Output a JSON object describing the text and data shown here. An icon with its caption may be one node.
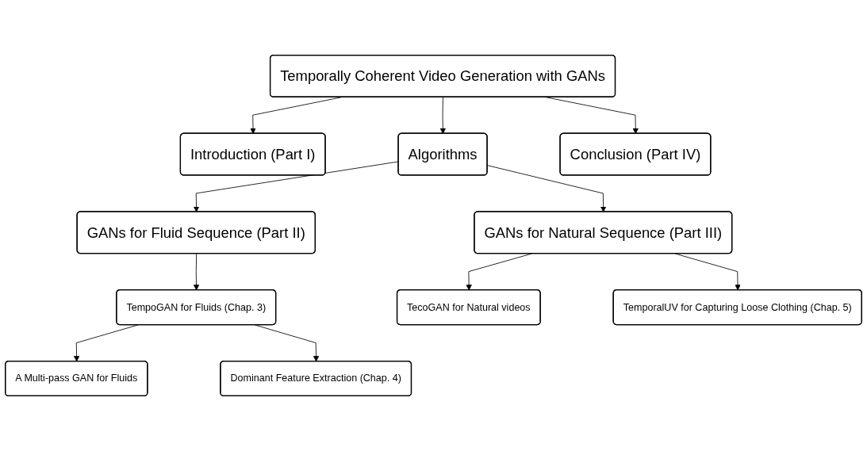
{
  "diagram": {
    "nodes": [
      {
        "text": [
          "Temporally Coherent Video Generation with GANs"
        ]
      },
      {
        "text": [
          "Introduction (Part I)"
        ]
      },
      {
        "text": [
          "Algorithms"
        ]
      },
      {
        "text": [
          "Conclusion (Part IV)"
        ]
      },
      {
        "text": [
          "GANs for Fluid Sequence (Part II)"
        ]
      },
      {
        "text": [
          "GANs for Natural Sequence (Part III)"
        ]
      },
      {
        "text": [
          "TempoGAN for Fluids (Chap. 3)"
        ]
      },
      {
        "text": [
          "TecoGAN for Natural videos"
        ]
      },
      {
        "text": [
          "TemporalUV for Capturing Loose Clothing (Chap. 5)"
        ]
      },
      {
        "text": [
          "A Multi-pass GAN for Fluids"
        ]
      },
      {
        "text": [
          "Dominant Feature Extraction (Chap. 4)"
        ]
      }
    ],
    "edges": [
      {
        "from": 0,
        "to": 1,
        "arrow": "to"
      },
      {
        "from": 0,
        "to": 2,
        "arrow": "to"
      },
      {
        "from": 0,
        "to": 3,
        "arrow": "to"
      },
      {
        "from": 2,
        "to": 4,
        "arrow": "to"
      },
      {
        "from": 2,
        "to": 5,
        "arrow": "to"
      },
      {
        "from": 4,
        "to": 6,
        "arrow": "to"
      },
      {
        "from": 5,
        "to": 7,
        "arrow": "to"
      },
      {
        "from": 5,
        "to": 8,
        "arrow": "to"
      },
      {
        "from": 6,
        "to": 9,
        "arrow": "to"
      },
      {
        "from": 6,
        "to": 10,
        "arrow": "to"
      }
    ]
  }
}
